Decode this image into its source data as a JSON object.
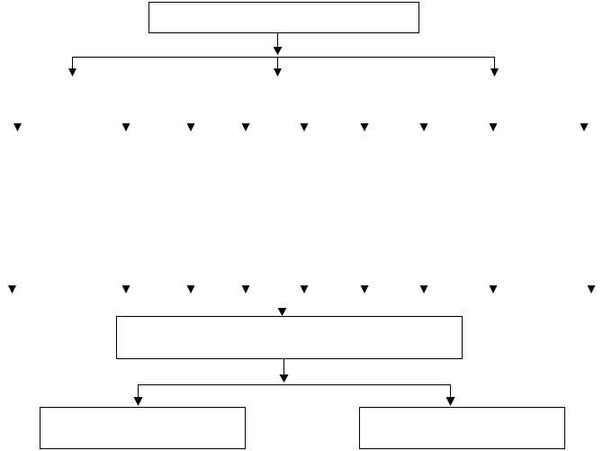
{
  "diagram": {
    "type": "flowchart",
    "boxes": [
      {
        "id": "top-box",
        "text": ""
      },
      {
        "id": "middle-box",
        "text": ""
      },
      {
        "id": "bottom-left-box",
        "text": ""
      },
      {
        "id": "bottom-right-box",
        "text": ""
      }
    ],
    "top_branch_count": 3,
    "upper_arrow_row_count": 9,
    "lower_arrow_row_count": 9,
    "bottom_branch_count": 2,
    "line_color": "#000000",
    "background_color": "#ffffff"
  }
}
